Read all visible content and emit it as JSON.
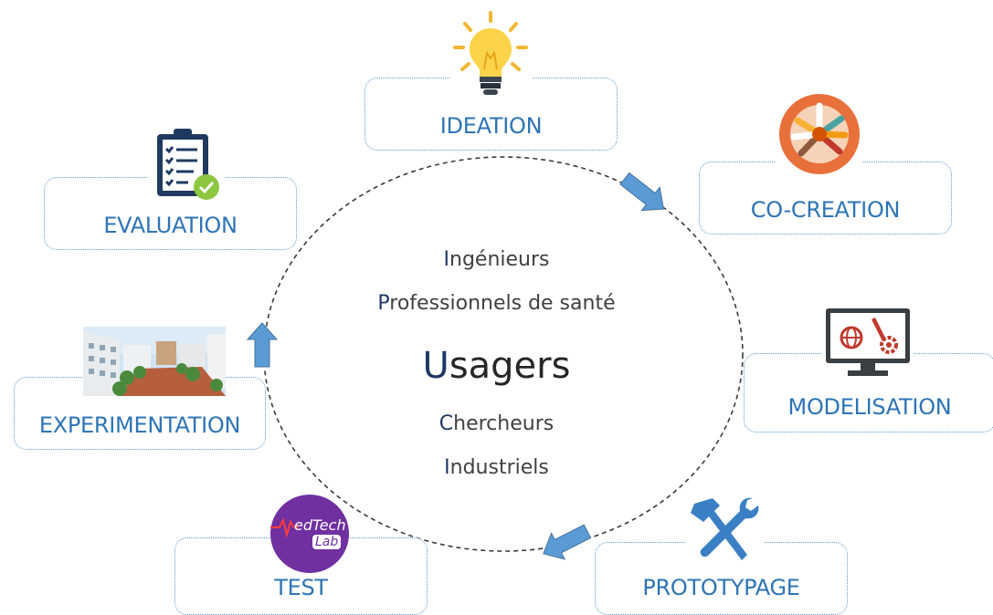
{
  "stages": {
    "ideation": "IDEATION",
    "cocreation": "CO-CREATION",
    "modelisation": "MODELISATION",
    "prototypage": "PROTOTYPAGE",
    "test": "TEST",
    "experimentation": "EXPERIMENTATION",
    "evaluation": "EVALUATION"
  },
  "center": {
    "ingenieurs": {
      "initial": "I",
      "rest": "ngénieurs"
    },
    "professionnels": {
      "initial": "P",
      "rest": "rofessionnels de santé"
    },
    "usagers": {
      "initial": "U",
      "rest": "sagers"
    },
    "chercheurs": {
      "initial": "C",
      "rest": "hercheurs"
    },
    "industriels": {
      "initial": "I",
      "rest": "ndustriels"
    }
  },
  "logo": {
    "line1": "edTech",
    "line2": "Lab"
  },
  "icons": {
    "ideation": "lightbulb-icon",
    "cocreation": "hands-circle-icon",
    "modelisation": "computer-gears-icon",
    "prototypage": "hammer-wrench-icon",
    "test": "medtech-lab-logo",
    "experimentation": "building-photo",
    "evaluation": "checklist-icon"
  },
  "colors": {
    "label": "#2e74b5",
    "box_border": "#5b9bd5",
    "arrow": "#5b9bd5",
    "initial": "#1f3864"
  }
}
